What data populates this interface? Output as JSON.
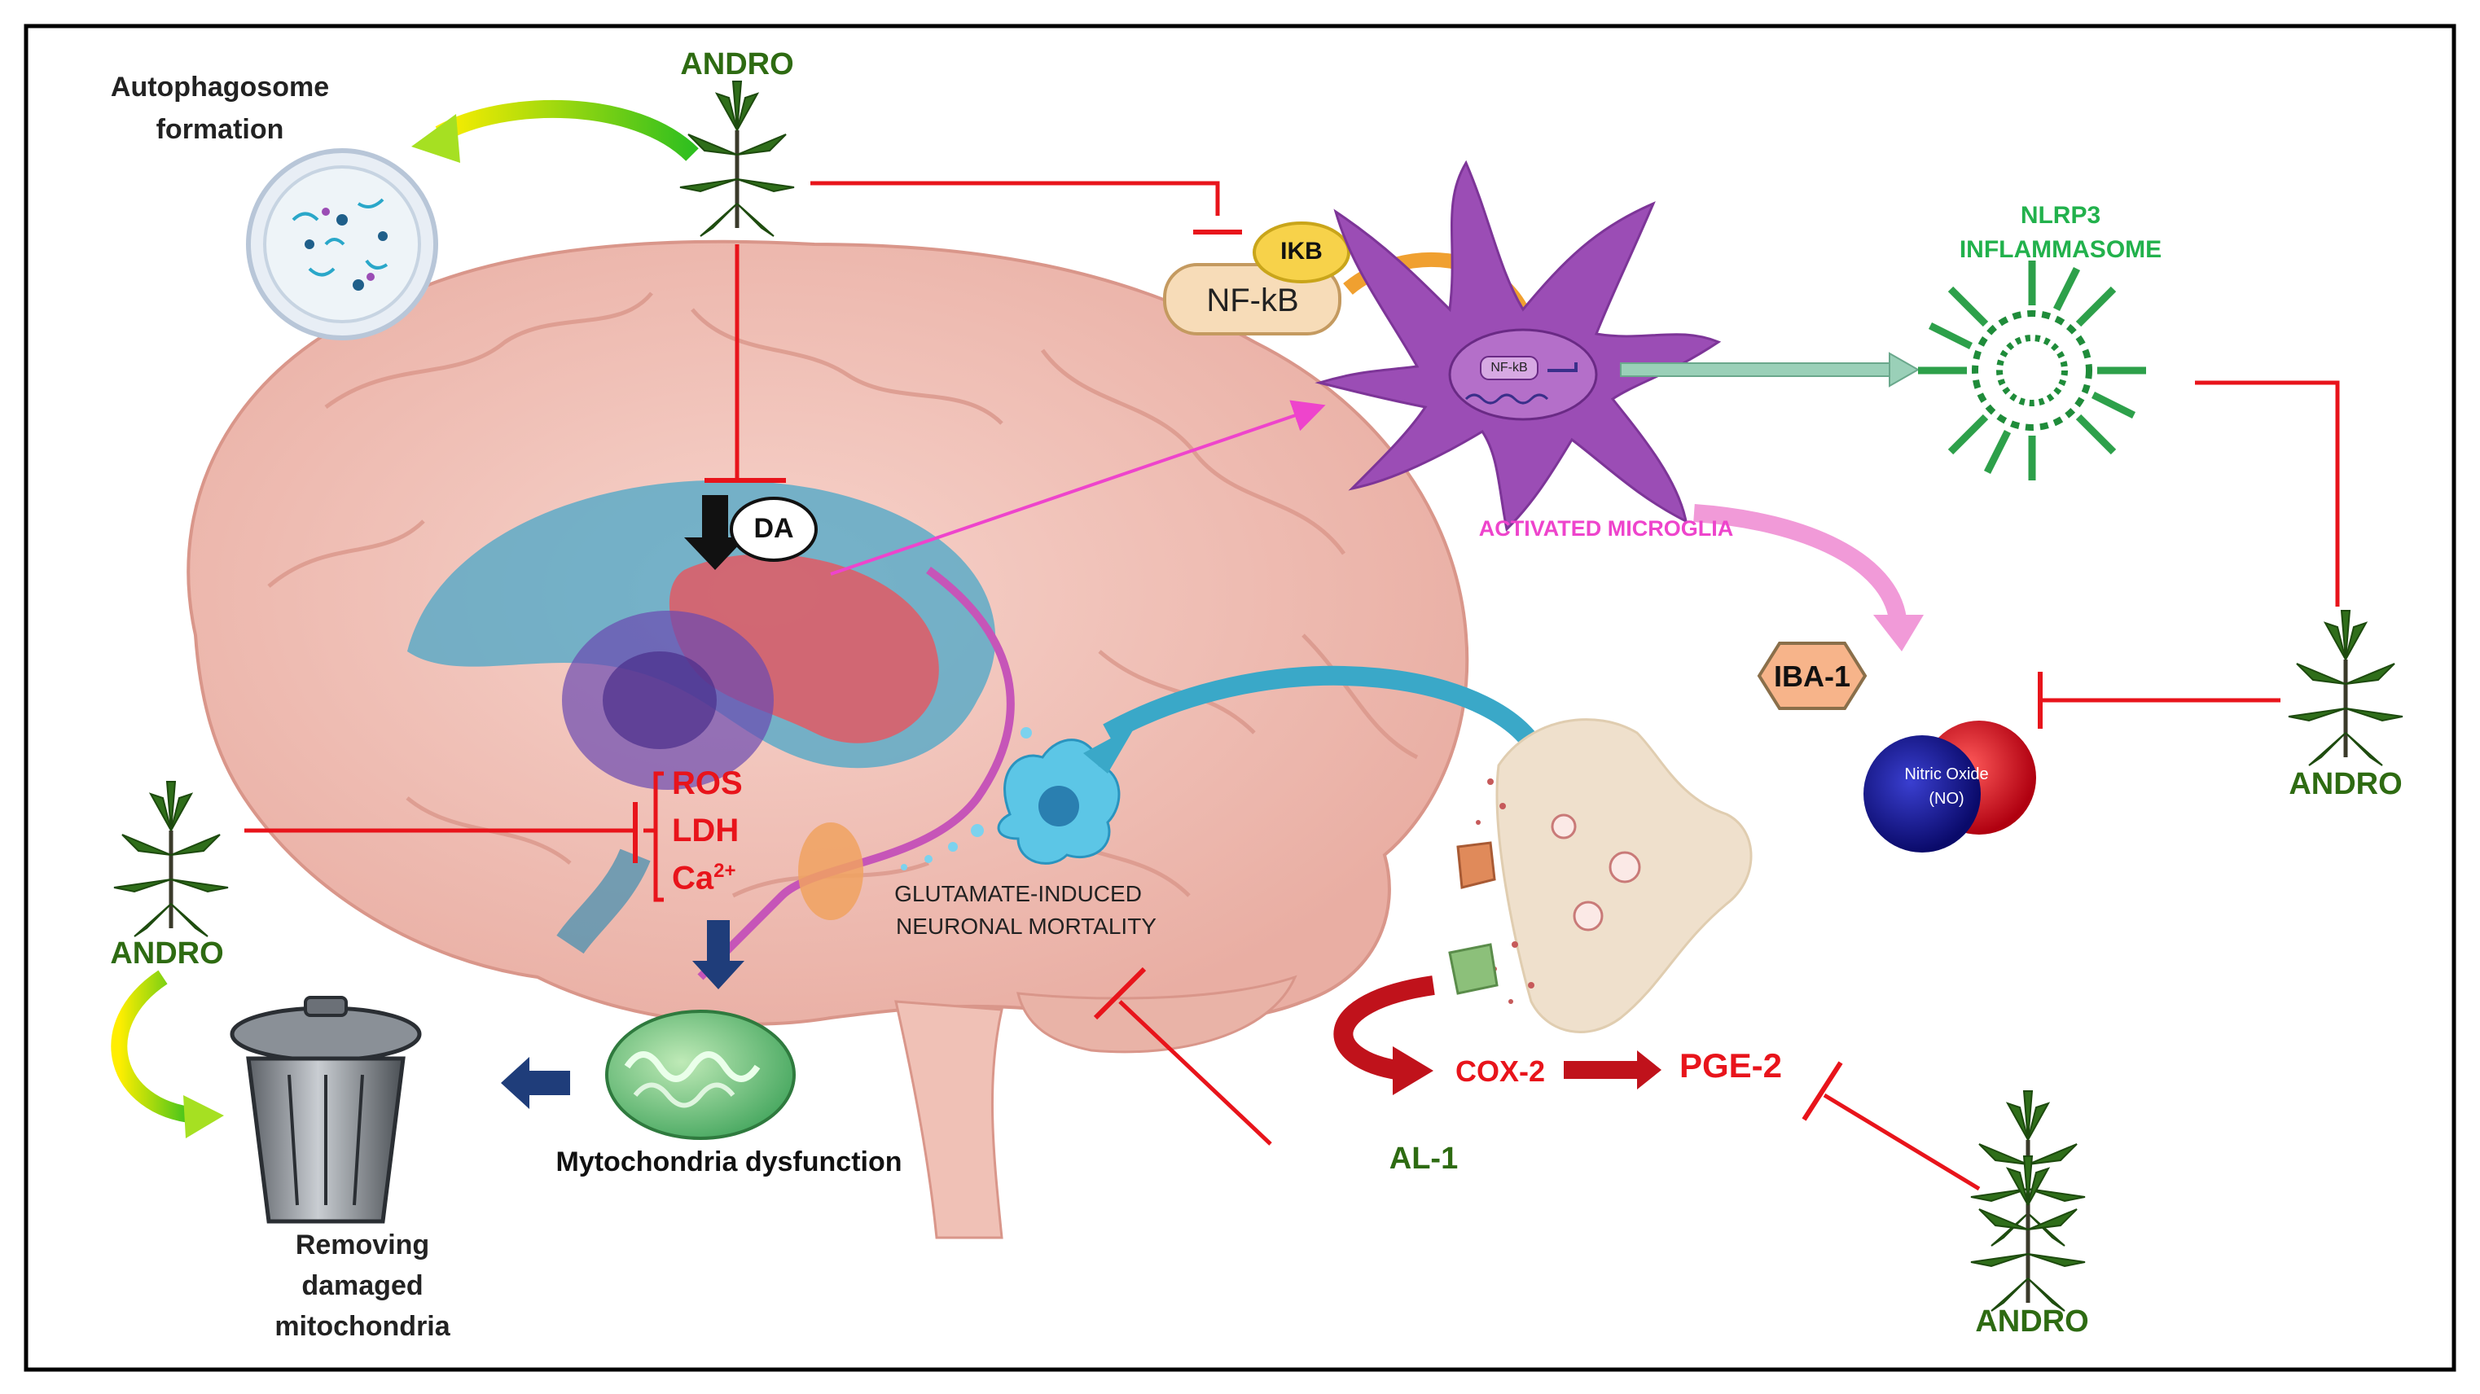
{
  "labels": {
    "andro_top": "ANDRO",
    "andro_left": "ANDRO",
    "andro_right": "ANDRO",
    "andro_bottom": "ANDRO",
    "al1": "AL-1",
    "autophagosome_line1": "Autophagosome",
    "autophagosome_line2": "formation",
    "ikb": "IKB",
    "nfkb": "NF-kB",
    "nfkb_small": "NF-kB",
    "nlrp3_line1": "NLRP3",
    "nlrp3_line2": "INFLAMMASOME",
    "activated_microglia": "ACTIVATED MICROGLIA",
    "iba1": "IBA-1",
    "nitric_oxide_line1": "Nitric Oxide",
    "nitric_oxide_line2": "(NO)",
    "da": "DA",
    "ros": "ROS",
    "ldh": "LDH",
    "ca": "Ca",
    "ca_sup": "2+",
    "glutamate_line1": "GLUTAMATE-INDUCED",
    "glutamate_line2": "NEURONAL MORTALITY",
    "mito": "Mytochondria dysfunction",
    "removing_line1": "Removing",
    "removing_line2": "damaged",
    "removing_line3": "mitochondria",
    "cox2": "COX-2",
    "pge2": "PGE-2"
  },
  "colors": {
    "inhibit": "#e8141b",
    "andro_text": "#2e6b12",
    "nlrp3_text": "#22b14c",
    "microglia_text": "#ee44cc",
    "microglia": "#9b4db5",
    "brain": "#f2c2b8",
    "dark_arrow": "#1f3d7a"
  }
}
